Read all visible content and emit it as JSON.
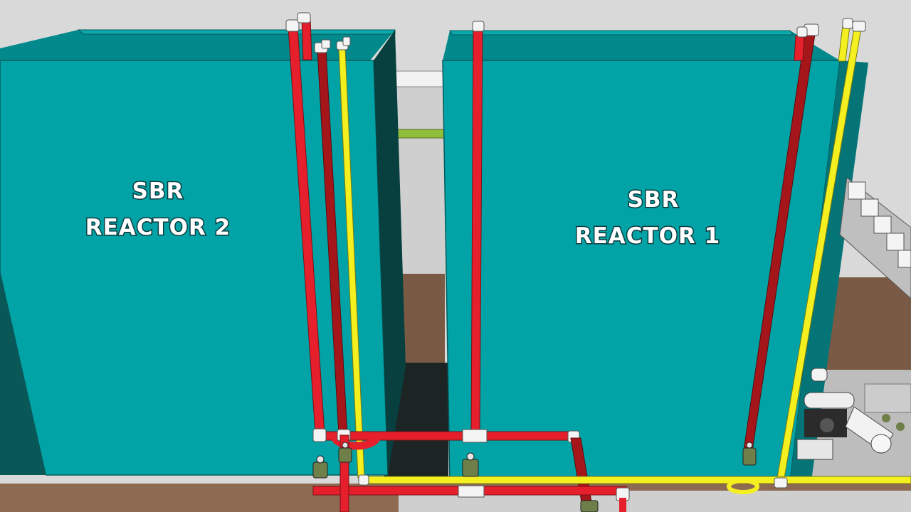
{
  "scene": {
    "tanks": [
      {
        "id": "reactor-2",
        "label_line1": "SBR",
        "label_line2": "REACTOR 2"
      },
      {
        "id": "reactor-1",
        "label_line1": "SBR",
        "label_line2": "REACTOR 1"
      }
    ],
    "colors": {
      "tank_face": "#02a3a6",
      "tank_side": "#045a5c",
      "tank_inner": "#01898b",
      "tank_dark_side": "#07403f",
      "pipe_red": "#e5202c",
      "pipe_dark_red": "#a5161b",
      "pipe_yellow": "#f4f020",
      "pipe_green": "#8fbf3a",
      "fitting_white": "#f4f4f4",
      "ground": "#7a5a44",
      "wall": "#cfcfcf",
      "sky": "#d9d9d9",
      "valve_green": "#6f7f4a"
    }
  }
}
